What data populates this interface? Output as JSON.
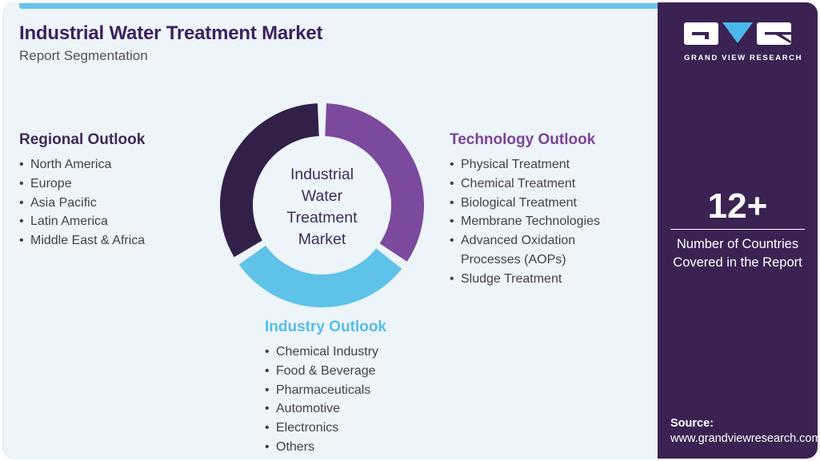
{
  "header": {
    "title": "Industrial Water Treatment Market",
    "subtitle": "Report Segmentation"
  },
  "donut": {
    "size": 255,
    "ring_width": 41,
    "center_label_lines": [
      "Industrial",
      "Water",
      "Treatment",
      "Market"
    ],
    "segments": [
      {
        "id": "technology",
        "label": "Technology Outlook",
        "color": "#7b4a9c",
        "start": 2.5,
        "end": 123.5
      },
      {
        "id": "industry",
        "label": "Industry Outlook",
        "color": "#5fc2e9",
        "start": 128.5,
        "end": 234.5
      },
      {
        "id": "regional",
        "label": "Regional Outlook",
        "color": "#332049",
        "start": 239.5,
        "end": 357.5
      }
    ]
  },
  "sections": {
    "regional": {
      "heading": "Regional Outlook",
      "accent_color": "#3e2a5a",
      "items": [
        "North America",
        "Europe",
        "Asia Pacific",
        "Latin America",
        "Middle East & Africa"
      ]
    },
    "technology": {
      "heading": "Technology Outlook",
      "accent_color": "#7b4399",
      "items": [
        "Physical Treatment",
        "Chemical Treatment",
        "Biological Treatment",
        "Membrane Technologies",
        "Advanced Oxidation Processes (AOPs)",
        "Sludge Treatment"
      ]
    },
    "industry": {
      "heading": "Industry Outlook",
      "accent_color": "#55bde9",
      "items": [
        "Chemical Industry",
        "Food & Beverage",
        "Pharmaceuticals",
        "Automotive",
        "Electronics",
        "Others"
      ]
    }
  },
  "sidebar": {
    "logo_text": "GRAND VIEW RESEARCH",
    "stat_value": "12+",
    "stat_label": "Number of Countries Covered in the Report",
    "source_label": "Source:",
    "source_url": "www.grandviewresearch.com"
  },
  "colors": {
    "card_background": "#edf4fa",
    "top_bar": "#66c3ec",
    "sidebar_background": "#3a2353",
    "title": "#3d2160",
    "body_text": "#424244",
    "logo_v": "#49b8e8"
  }
}
